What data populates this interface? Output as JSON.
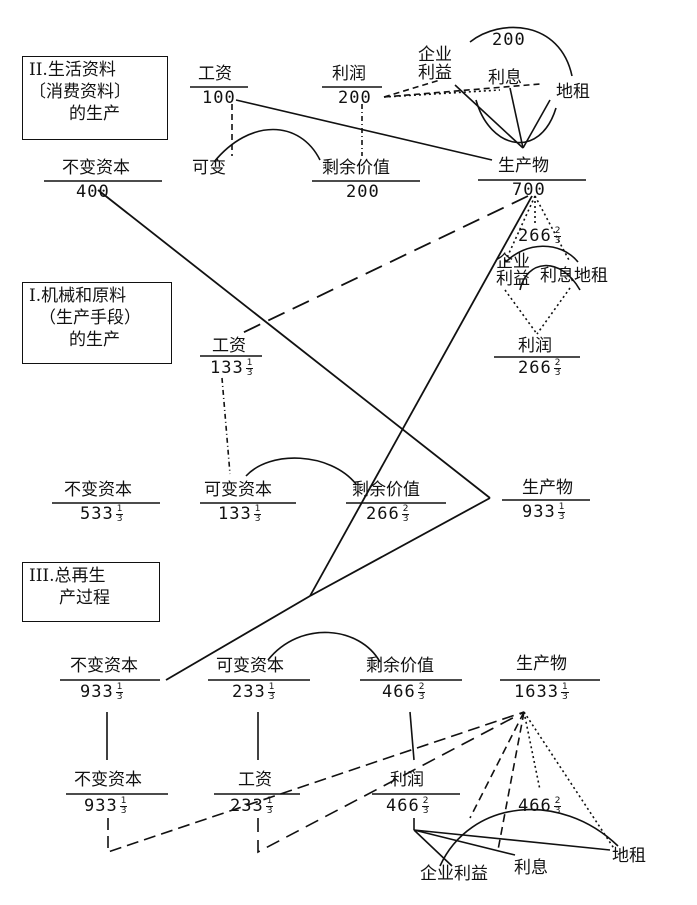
{
  "sections": {
    "II": {
      "line1": "II.生活资料",
      "line2": "〔消费资料〕",
      "line3": "的生产"
    },
    "I": {
      "line1": "I.机械和原料",
      "line2": "（生产手段）",
      "line3": "的生产"
    },
    "III": {
      "line1": "III.总再生",
      "line2": "产过程"
    }
  },
  "dept2": {
    "wage_label": "工资",
    "wage_value": "100",
    "profit_label": "利润",
    "profit_value": "200",
    "enterprise_profit": "企业\n利益",
    "interest": "利息",
    "rent": "地租",
    "top_value": "200",
    "constant_label": "不变资本",
    "constant_value": "400",
    "variable_label": "可变",
    "surplus_label": "剩余价值",
    "surplus_value": "200",
    "product_label": "生产物",
    "product_value": "700",
    "split_whole": "266",
    "split_num": "2",
    "split_den": "3",
    "split_enterprise": "企业\n利益",
    "split_interest_rent": "利息地租"
  },
  "dept1": {
    "wage_label": "工资",
    "wage_whole": "133",
    "wage_num": "1",
    "wage_den": "3",
    "profit_label": "利润",
    "profit_whole": "266",
    "profit_num": "2",
    "profit_den": "3",
    "constant_label": "不变资本",
    "constant_whole": "533",
    "constant_num": "1",
    "constant_den": "3",
    "variable_label": "可变资本",
    "variable_whole": "133",
    "variable_num": "1",
    "variable_den": "3",
    "surplus_label": "剩余价值",
    "surplus_whole": "266",
    "surplus_num": "2",
    "surplus_den": "3",
    "product_label": "生产物",
    "product_whole": "933",
    "product_num": "1",
    "product_den": "3"
  },
  "total": {
    "constant_label": "不变资本",
    "constant_whole": "933",
    "constant_num": "1",
    "constant_den": "3",
    "variable_label": "可变资本",
    "variable_whole": "233",
    "variable_num": "1",
    "variable_den": "3",
    "surplus_label": "剩余价值",
    "surplus_whole": "466",
    "surplus_num": "2",
    "surplus_den": "3",
    "product_label": "生产物",
    "product_whole": "1633",
    "product_num": "1",
    "product_den": "3",
    "constant2_label": "不变资本",
    "constant2_whole": "933",
    "constant2_num": "1",
    "constant2_den": "3",
    "wage_label": "工资",
    "wage_whole": "233",
    "wage_num": "1",
    "wage_den": "3",
    "profit_label": "利润",
    "profit_whole": "466",
    "profit_num": "2",
    "profit_den": "3",
    "split_whole": "466",
    "split_num": "2",
    "split_den": "3",
    "enterprise_profit": "企业利益",
    "interest": "利息",
    "rent": "地租"
  }
}
